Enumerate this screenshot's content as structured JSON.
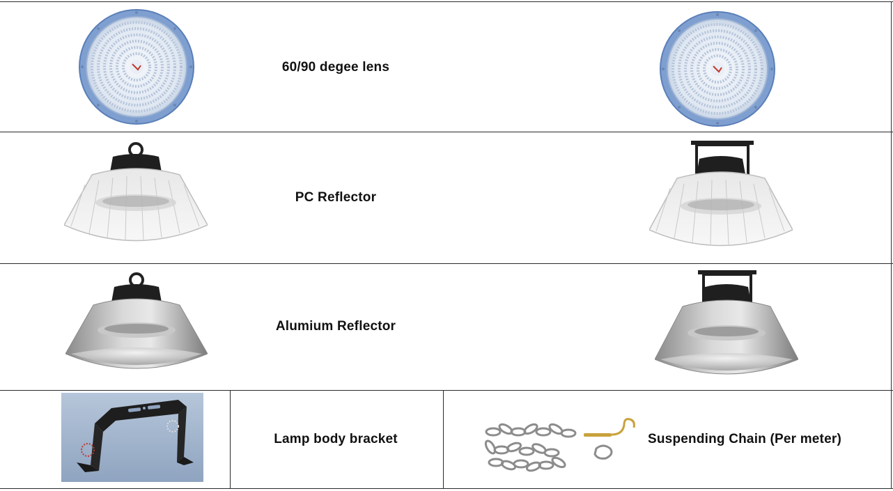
{
  "rows": [
    {
      "label": "60/90 degee lens",
      "left_image": "round-lens-light-icon",
      "right_image": "round-lens-light-icon"
    },
    {
      "label": "PC Reflector",
      "left_image": "pc-reflector-hook-lamp-icon",
      "right_image": "pc-reflector-bracket-lamp-icon"
    },
    {
      "label": "Alumium Reflector",
      "left_image": "aluminium-reflector-hook-lamp-icon",
      "right_image": "aluminium-reflector-bracket-lamp-icon"
    }
  ],
  "bottom_row": {
    "bracket_label": "Lamp body bracket",
    "chain_label": "Suspending Chain (Per meter)",
    "bracket_image": "lamp-bracket-icon",
    "chain_image": "suspending-chain-icon"
  },
  "colors": {
    "border": "#2a2a2a",
    "lens_ring": "#7e9fd0",
    "reflector_silver": "#b8b8b8",
    "bracket_bg": "#9fb3cc"
  }
}
